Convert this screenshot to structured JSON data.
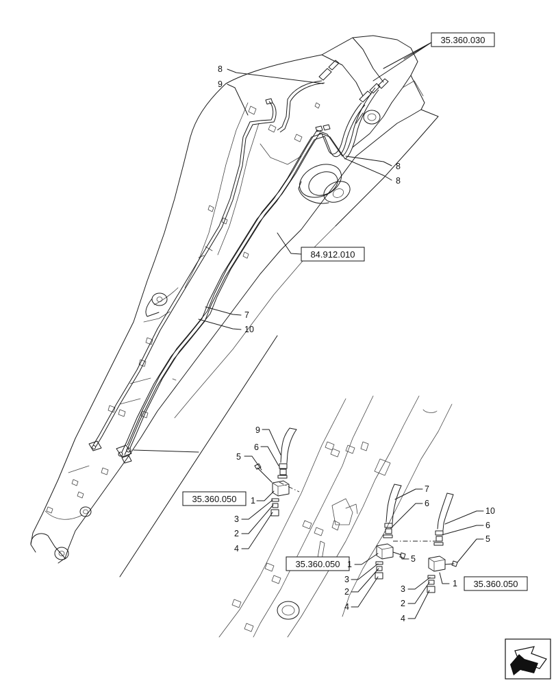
{
  "references": {
    "hydraulic_top": "35.360.030",
    "boom": "84.912.010",
    "detail_left": "35.360.050",
    "detail_mid": "35.360.050",
    "detail_right": "35.360.050"
  },
  "callouts": {
    "top_8a": "8",
    "top_9": "9",
    "right_8a": "8",
    "right_8b": "8",
    "mid_7": "7",
    "mid_10": "10",
    "d1_9": "9",
    "d1_6": "6",
    "d1_5": "5",
    "d1_1": "1",
    "d1_3": "3",
    "d1_2": "2",
    "d1_4": "4",
    "d2_7": "7",
    "d2_6": "6",
    "d2_1": "1",
    "d2_5": "5",
    "d2_3": "3",
    "d2_2": "2",
    "d2_4": "4",
    "d3_10": "10",
    "d3_6": "6",
    "d3_5": "5",
    "d3_1": "1",
    "d3_3": "3",
    "d3_2": "2",
    "d3_4": "4"
  },
  "icons": {
    "nav": "direction-arrow-icon"
  }
}
